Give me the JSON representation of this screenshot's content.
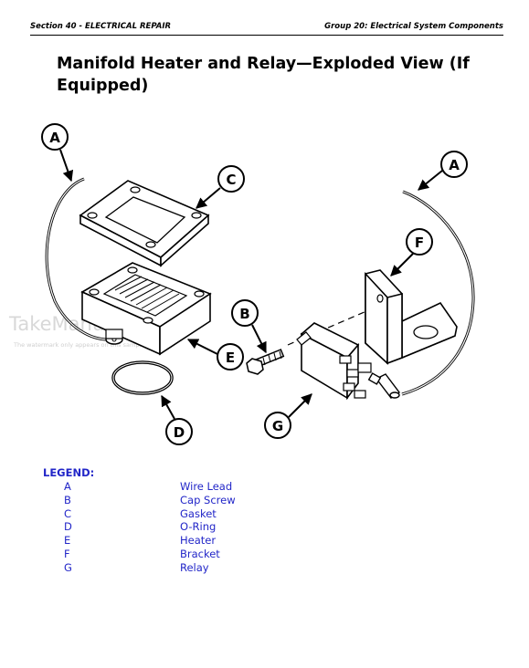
{
  "header": {
    "section": "Section 40 - ELECTRICAL REPAIR",
    "group": "Group 20: Electrical System Components"
  },
  "title": "Manifold Heater and Relay—Exploded View (If Equipped)",
  "watermark": {
    "text": "TakeManuals.com",
    "subtext": "The watermark only appears on this sample"
  },
  "callouts": {
    "a1": "A",
    "a2": "A",
    "b": "B",
    "c": "C",
    "d": "D",
    "e": "E",
    "f": "F",
    "g": "G"
  },
  "legend": {
    "heading": "LEGEND:",
    "items": [
      {
        "key": "A",
        "label": "Wire Lead"
      },
      {
        "key": "B",
        "label": "Cap Screw"
      },
      {
        "key": "C",
        "label": "Gasket"
      },
      {
        "key": "D",
        "label": "O-Ring"
      },
      {
        "key": "E",
        "label": "Heater"
      },
      {
        "key": "F",
        "label": "Bracket"
      },
      {
        "key": "G",
        "label": "Relay"
      }
    ]
  },
  "colors": {
    "legend": "#2226c8",
    "ink": "#000000"
  }
}
